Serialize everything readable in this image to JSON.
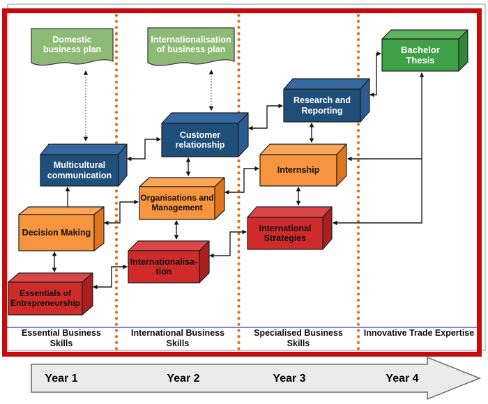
{
  "banners": {
    "domestic": {
      "label": "Domestic\nbusiness plan"
    },
    "international_plan": {
      "label": "Internationalisation\nof business plan"
    }
  },
  "courses": {
    "multicultural": {
      "label": "Multicultural\ncommunication",
      "category": "blue"
    },
    "decision": {
      "label": "Decision Making",
      "category": "orange"
    },
    "essentials": {
      "label": "Essentials of\nEntrepreneurship",
      "category": "red"
    },
    "customer": {
      "label": "Customer\nrelationship",
      "category": "blue"
    },
    "organisations": {
      "label": "Organisations and\nManagement",
      "category": "orange"
    },
    "internationalisation": {
      "label": "Internationalisa-\ntion",
      "category": "red"
    },
    "research": {
      "label": "Research and\nReporting",
      "category": "blue"
    },
    "internship": {
      "label": "Internship",
      "category": "orange"
    },
    "strategies": {
      "label": "International\nStrategies",
      "category": "red"
    },
    "bachelor": {
      "label": "Bachelor\nThesis",
      "category": "green"
    }
  },
  "skills": [
    "Essential Business\nSkills",
    "International Business\nSkills",
    "Specialised Business\nSkills",
    "Innovative Trade Expertise"
  ],
  "years": [
    "Year 1",
    "Year 2",
    "Year 3",
    "Year 4"
  ],
  "colors": {
    "frame_red": "#C50B0B",
    "frame_gray": "#C9C9C9",
    "divider_dots_orange": "#E8680C",
    "baseline_blue": "#3939C0",
    "box_blue": "#1F4E79",
    "box_orange": "#F79440",
    "box_red": "#CF2B2B",
    "box_green": "#3FA047",
    "banner_green": "#8DBA74",
    "timeline_gray": "#EBEBEB"
  }
}
